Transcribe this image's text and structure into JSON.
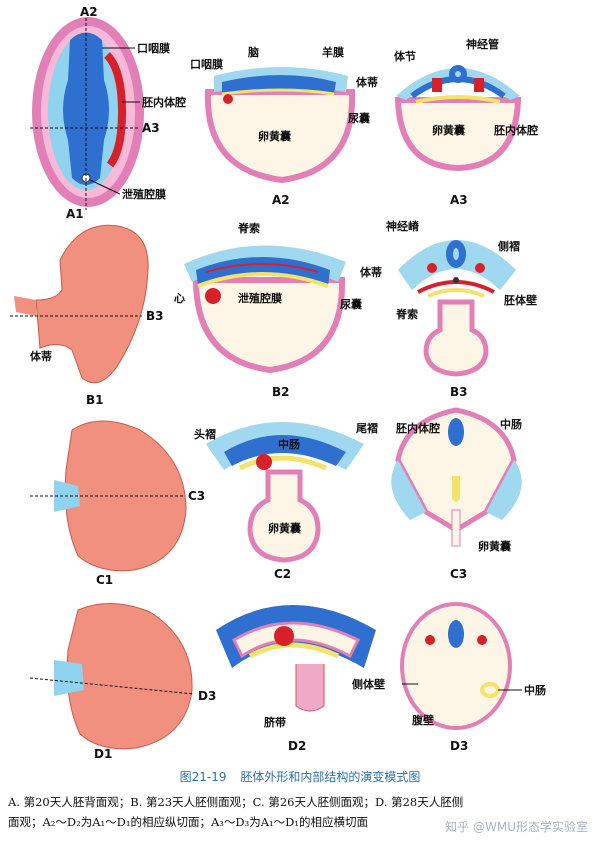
{
  "figure": {
    "number": "图21-19",
    "title": "胚体外形和内部结构的演变模式图",
    "caption_line1": "A. 第20天人胚背面观；B. 第23天人胚侧面观；C. 第26天人胚侧面观；D. 第28天人胚侧",
    "caption_line2": "面观；A₂～D₂为A₁～D₁的相应纵切面；A₃～D₃为A₁～D₁的相应横切面",
    "watermark": "知乎 @WMU形态学实验室"
  },
  "panels": {
    "A1": {
      "id": "A1",
      "cut_top": "A2",
      "cut_side": "A3",
      "labels": [
        "口咽膜",
        "胚内体腔",
        "泄殖腔膜"
      ]
    },
    "A2": {
      "id": "A2",
      "labels": [
        "脑",
        "羊膜",
        "口咽膜",
        "体蒂",
        "尿囊",
        "卵黄囊"
      ]
    },
    "A3": {
      "id": "A3",
      "labels": [
        "体节",
        "神经管",
        "卵黄囊",
        "胚内体腔"
      ]
    },
    "B1": {
      "id": "B1",
      "cut": "B3",
      "labels": [
        "体蒂"
      ]
    },
    "B2": {
      "id": "B2",
      "labels": [
        "脊索",
        "体蒂",
        "心",
        "泄殖腔膜",
        "尿囊"
      ]
    },
    "B3": {
      "id": "B3",
      "labels": [
        "神经嵴",
        "侧褶",
        "胚体壁",
        "脊索"
      ]
    },
    "C1": {
      "id": "C1",
      "cut": "C3"
    },
    "C2": {
      "id": "C2",
      "labels": [
        "头褶",
        "尾褶",
        "中肠",
        "卵黄囊"
      ]
    },
    "C3": {
      "id": "C3",
      "labels": [
        "胚内体腔",
        "中肠",
        "卵黄囊"
      ]
    },
    "D1": {
      "id": "D1",
      "cut": "D3"
    },
    "D2": {
      "id": "D2",
      "labels": [
        "脐带"
      ]
    },
    "D3": {
      "id": "D3",
      "labels": [
        "侧体壁",
        "中肠",
        "腹壁"
      ]
    }
  },
  "colors": {
    "ectoderm_blue": "#2f6fd0",
    "amnion_light_blue": "#9fd8ef",
    "endoderm_yellow": "#f3e36a",
    "mesoderm_red": "#d8202a",
    "mesoderm_pink": "#f1a9c8",
    "embryo_skin": "#f2907f",
    "yolk_cream": "#fdf6e6"
  }
}
